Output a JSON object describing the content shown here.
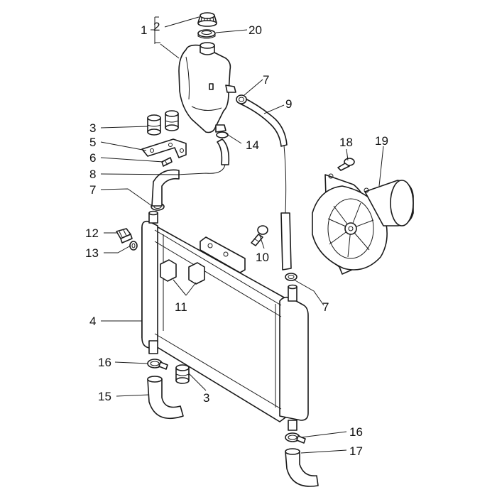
{
  "callouts": [
    {
      "id": "c1",
      "text": "1"
    },
    {
      "id": "c2",
      "text": "2"
    },
    {
      "id": "c20",
      "text": "20"
    },
    {
      "id": "c7a",
      "text": "7"
    },
    {
      "id": "c9",
      "text": "9"
    },
    {
      "id": "c3a",
      "text": "3"
    },
    {
      "id": "c5",
      "text": "5"
    },
    {
      "id": "c6",
      "text": "6"
    },
    {
      "id": "c14",
      "text": "14"
    },
    {
      "id": "c18",
      "text": "18"
    },
    {
      "id": "c19",
      "text": "19"
    },
    {
      "id": "c8",
      "text": "8"
    },
    {
      "id": "c7b",
      "text": "7"
    },
    {
      "id": "c12",
      "text": "12"
    },
    {
      "id": "c13",
      "text": "13"
    },
    {
      "id": "c10",
      "text": "10"
    },
    {
      "id": "c11",
      "text": "11"
    },
    {
      "id": "c7c",
      "text": "7"
    },
    {
      "id": "c4",
      "text": "4"
    },
    {
      "id": "c16a",
      "text": "16"
    },
    {
      "id": "c3b",
      "text": "3"
    },
    {
      "id": "c15",
      "text": "15"
    },
    {
      "id": "c16b",
      "text": "16"
    },
    {
      "id": "c17",
      "text": "17"
    }
  ]
}
